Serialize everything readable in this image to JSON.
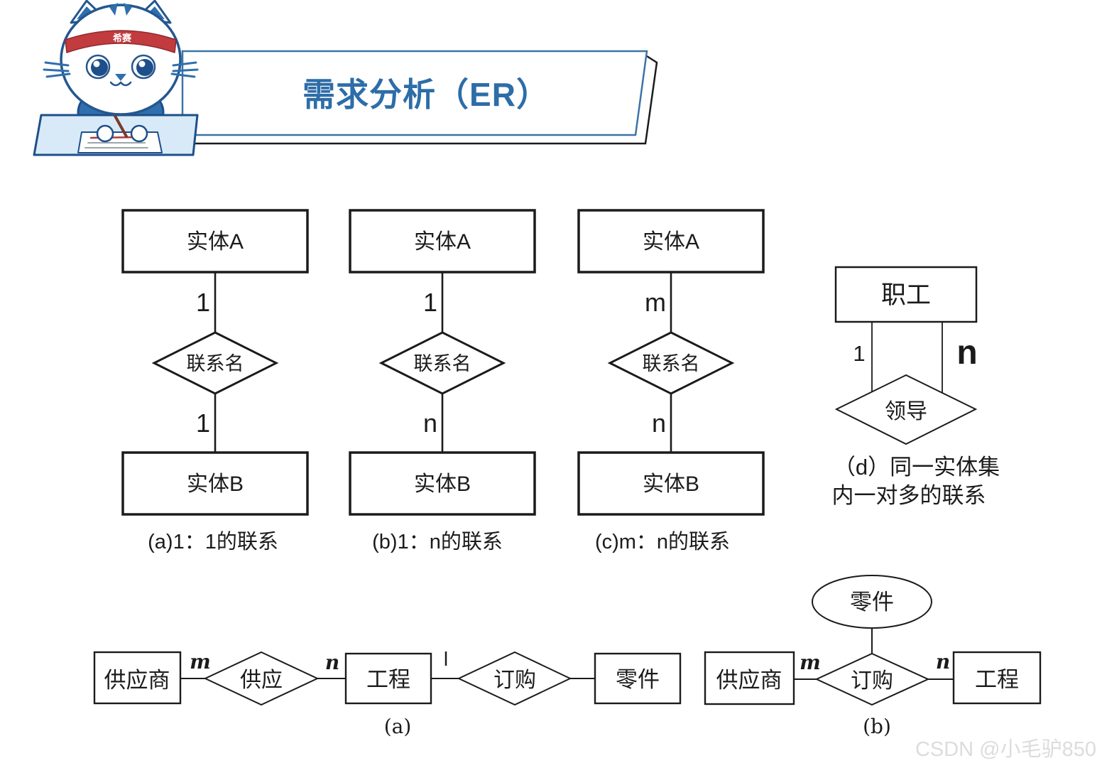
{
  "header": {
    "title": "需求分析（ER）",
    "mascot_headband": "希赛"
  },
  "colors": {
    "accent_blue": "#2d6da8",
    "banner_border": "#3d73a6",
    "diagram_ink": "#1b1b1b",
    "mascot_blue": "#2f6fad",
    "mascot_dark_blue": "#1d4f8a",
    "headband_red": "#c23b3f",
    "desk_fill": "#d8eaf7",
    "watermark_gray": "#dcdcdc"
  },
  "diagrams": {
    "basic": [
      {
        "entity_a": "实体A",
        "card_a": "1",
        "relation": "联系名",
        "card_b": "1",
        "entity_b": "实体B",
        "caption": "(a)1：1的联系"
      },
      {
        "entity_a": "实体A",
        "card_a": "1",
        "relation": "联系名",
        "card_b": "n",
        "entity_b": "实体B",
        "caption": "(b)1：n的联系"
      },
      {
        "entity_a": "实体A",
        "card_a": "m",
        "relation": "联系名",
        "card_b": "n",
        "entity_b": "实体B",
        "caption": "(c)m：n的联系"
      }
    ],
    "self": {
      "entity": "职工",
      "card_left": "1",
      "card_right": "n",
      "relation": "领导",
      "caption_line1": "（d）同一实体集",
      "caption_line2": "内一对多的联系"
    },
    "example_a": {
      "supplier": "供应商",
      "card_1": "m",
      "relation_1": "供应",
      "card_2": "n",
      "project": "工程",
      "card_3": "l",
      "relation_2": "订购",
      "part": "零件",
      "caption": "(a)"
    },
    "example_b": {
      "part": "零件",
      "supplier": "供应商",
      "card_left": "m",
      "relation": "订购",
      "card_right": "n",
      "project": "工程",
      "caption": "(b)"
    }
  },
  "watermark": "CSDN @小毛驴850"
}
